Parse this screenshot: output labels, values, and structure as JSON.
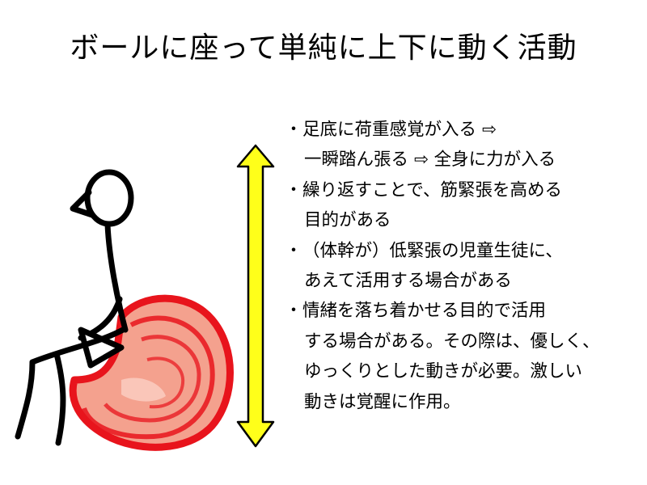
{
  "title": "ボールに座って単純に上下に動く活動",
  "icons": {
    "figure": "stick-figure-sitting-icon",
    "ball": "red-ball-icon",
    "arrow": "up-down-arrow-icon"
  },
  "colors": {
    "ball_outline": "#e8141c",
    "ball_fill": "#f4a18e",
    "arrow_fill": "#ffff1a",
    "ink": "#000000"
  },
  "bullet_marker": "・",
  "bullets": [
    {
      "lines": [
        "足底に荷重感覚が入る ⇨",
        "一瞬踏ん張る ⇨ 全身に力が入る"
      ]
    },
    {
      "lines": [
        "繰り返すことで、筋緊張を高める",
        "目的がある"
      ]
    },
    {
      "lines": [
        "（体幹が）低緊張の児童生徒に、",
        "あえて活用する場合がある"
      ]
    },
    {
      "lines": [
        "情緒を落ち着かせる目的で活用",
        "する場合がある。その際は、優しく、",
        "ゆっくりとした動きが必要。激しい",
        "動きは覚醒に作用。"
      ]
    }
  ]
}
